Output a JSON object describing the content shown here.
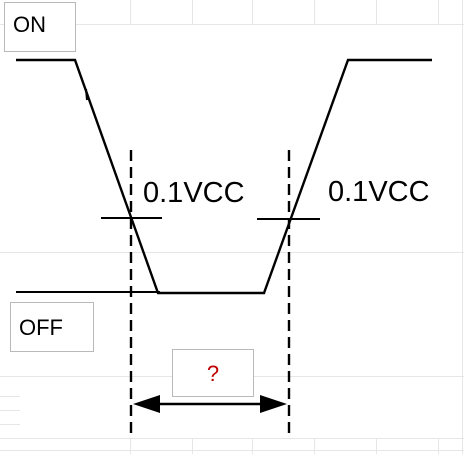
{
  "labels": {
    "on": "ON",
    "off": "OFF",
    "question": "?",
    "threshold_left": "0.1VCC",
    "threshold_right": "0.1VCC"
  },
  "colors": {
    "line": "#000000",
    "question_mark": "#c00000",
    "grid": "#e6e6e6",
    "box_border": "#b9b9b9"
  }
}
